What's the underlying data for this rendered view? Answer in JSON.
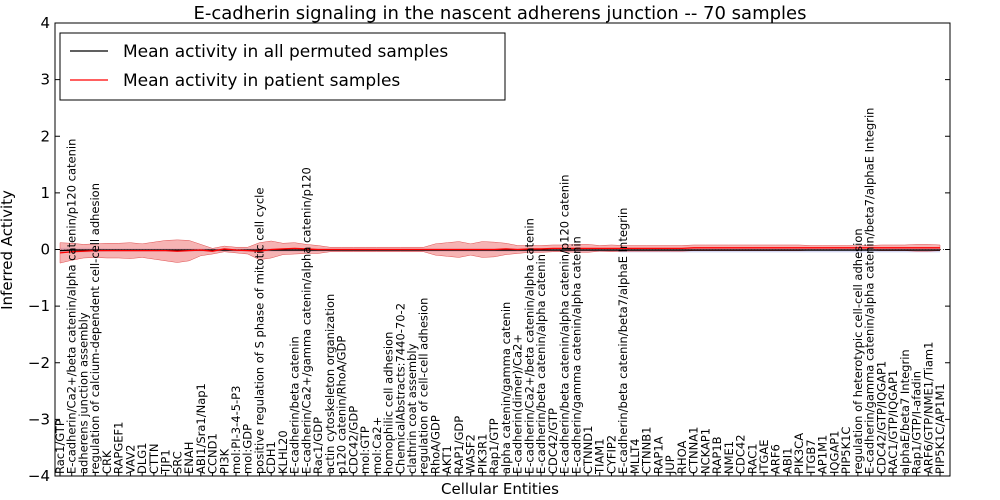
{
  "chart_data": {
    "type": "line",
    "title": "E-cadherin signaling in the nascent adherens junction -- 70 samples",
    "xlabel": "Cellular Entities",
    "ylabel": "Inferred Activity",
    "ylim": [
      -4,
      4
    ],
    "yticks": [
      -4,
      -3,
      -2,
      -1,
      0,
      1,
      2,
      3,
      4
    ],
    "legend_position": "top-left",
    "grid": false,
    "categories": [
      "Rac1/GTP",
      "E-cadherin/Ca2+/beta catenin/alpha catenin/p120 catenin",
      "adherens junction assembly",
      "regulation of calcium-dependent cell-cell adhesion",
      "CRK",
      "RAPGEF1",
      "VAV2",
      "DLG1",
      "CTTN",
      "TJP1",
      "SRC",
      "ENAH",
      "ABI1/Sra1/Nap1",
      "CCND1",
      "PI3K",
      "mol:PI-3-4-5-P3",
      "mol:GDP",
      "positive regulation of S phase of mitotic cell cycle",
      "CDH1",
      "KLHL20",
      "E-cadherin/beta catenin",
      "E-cadherin/Ca2+/gamma catenin/alpha catenin/p120",
      "Rac1/GDP",
      "actin cytoskeleton organization",
      "p120 catenin/RhoA/GDP",
      "CDC42/GDP",
      "mol:GTP",
      "mol:Ca2+",
      "homophilic cell adhesion",
      "ChemicalAbstracts:7440-70-2",
      "clathrin coat assembly",
      "regulation of cell-cell adhesion",
      "RhoA/GDP",
      "AKT1",
      "RAP1/GDP",
      "WASF2",
      "PIK3R1",
      "Rap1/GTP",
      "alpha catenin/gamma catenin",
      "E-cadherin(dimer)/Ca2+",
      "E-cadherin/Ca2+/beta catenin/alpha catenin",
      "E-cadherin/beta catenin/alpha catenin",
      "CDC42/GTP",
      "E-cadherin/beta catenin/alpha catenin/p120 catenin",
      "E-cadherin/gamma catenin/alpha catenin",
      "CTNND1",
      "TIAM1",
      "CYFIP2",
      "E-cadherin/beta catenin/beta7/alphaE Integrin",
      "MLLT4",
      "CTNNB1",
      "RAP1A",
      "JUP",
      "RHOA",
      "CTNNA1",
      "NCKAP1",
      "RAP1B",
      "NME1",
      "CDC42",
      "RAC1",
      "ITGAE",
      "ARF6",
      "ABI1",
      "PIK3CA",
      "ITGB7",
      "AP1M1",
      "IQGAP1",
      "PIP5K1C",
      "regulation of heterotypic cell-cell adhesion",
      "E-cadherin/gamma catenin/alpha catenin/beta7/alphaE Integrin",
      "CDC42/GTP/IQGAP1",
      "RAC1/GTP/IQGAP1",
      "alphaE/beta7 Integrin",
      "Rap1/GTP/I-afadin",
      "ARF6/GTP/NME1/Tiam1",
      "PIP5K1C/AP1M1"
    ],
    "series": [
      {
        "name": "Mean activity in all permuted samples",
        "color": "#000000",
        "values": [
          -0.02,
          -0.01,
          -0.01,
          -0.01,
          -0.01,
          -0.01,
          -0.01,
          -0.01,
          -0.01,
          -0.01,
          -0.01,
          -0.01,
          -0.01,
          -0.01,
          -0.01,
          -0.01,
          -0.01,
          -0.01,
          -0.01,
          -0.01,
          -0.01,
          -0.01,
          -0.01,
          -0.01,
          -0.01,
          -0.01,
          -0.01,
          -0.01,
          -0.01,
          -0.01,
          -0.01,
          -0.01,
          -0.01,
          -0.01,
          -0.01,
          -0.01,
          -0.01,
          -0.01,
          -0.01,
          -0.01,
          -0.01,
          -0.01,
          -0.01,
          -0.01,
          -0.01,
          -0.01,
          -0.01,
          -0.01,
          -0.01,
          -0.01,
          -0.01,
          -0.01,
          -0.01,
          -0.01,
          -0.01,
          -0.01,
          -0.01,
          -0.01,
          -0.01,
          -0.01,
          -0.01,
          -0.01,
          -0.01,
          -0.01,
          -0.01,
          -0.01,
          -0.01,
          -0.01,
          -0.01,
          -0.01,
          -0.01,
          -0.01,
          -0.01,
          -0.01,
          -0.01,
          -0.01
        ],
        "spread": [
          0.05,
          0.04,
          0.04,
          0.04,
          0.03,
          0.03,
          0.03,
          0.03,
          0.03,
          0.03,
          0.03,
          0.03,
          0.03,
          0.03,
          0.03,
          0.03,
          0.03,
          0.03,
          0.03,
          0.03,
          0.03,
          0.03,
          0.03,
          0.03,
          0.03,
          0.03,
          0.03,
          0.03,
          0.03,
          0.03,
          0.03,
          0.03,
          0.03,
          0.03,
          0.03,
          0.03,
          0.03,
          0.03,
          0.03,
          0.03,
          0.03,
          0.03,
          0.03,
          0.03,
          0.03,
          0.03,
          0.03,
          0.03,
          0.04,
          0.04,
          0.04,
          0.04,
          0.04,
          0.04,
          0.04,
          0.04,
          0.04,
          0.04,
          0.04,
          0.04,
          0.04,
          0.04,
          0.04,
          0.04,
          0.04,
          0.04,
          0.04,
          0.04,
          0.04,
          0.04,
          0.04,
          0.04,
          0.04,
          0.04,
          0.04,
          0.04
        ]
      },
      {
        "name": "Mean activity in patient samples",
        "color": "#ff0000",
        "fill": "#f08080",
        "values": [
          -0.06,
          -0.04,
          -0.03,
          -0.02,
          -0.02,
          -0.02,
          -0.02,
          -0.02,
          -0.02,
          -0.02,
          -0.03,
          -0.02,
          -0.01,
          -0.03,
          0.01,
          -0.01,
          -0.02,
          -0.03,
          0.0,
          0.01,
          0.02,
          0.01,
          0.0,
          0.0,
          0.0,
          0.0,
          0.0,
          0.0,
          0.0,
          0.0,
          0.0,
          0.0,
          0.0,
          0.0,
          0.0,
          0.0,
          0.0,
          0.0,
          0.01,
          0.0,
          0.01,
          0.01,
          0.02,
          0.02,
          0.02,
          0.02,
          0.02,
          0.02,
          0.02,
          0.02,
          0.02,
          0.02,
          0.02,
          0.02,
          0.03,
          0.03,
          0.03,
          0.03,
          0.03,
          0.03,
          0.03,
          0.03,
          0.03,
          0.03,
          0.03,
          0.03,
          0.03,
          0.03,
          0.03,
          0.03,
          0.03,
          0.03,
          0.03,
          0.03,
          0.03,
          0.03
        ],
        "spread": [
          0.18,
          0.15,
          0.12,
          0.12,
          0.13,
          0.13,
          0.14,
          0.12,
          0.15,
          0.18,
          0.2,
          0.18,
          0.1,
          0.05,
          0.05,
          0.05,
          0.06,
          0.15,
          0.15,
          0.1,
          0.1,
          0.08,
          0.07,
          0.04,
          0.04,
          0.04,
          0.04,
          0.04,
          0.04,
          0.04,
          0.04,
          0.04,
          0.1,
          0.12,
          0.14,
          0.1,
          0.14,
          0.13,
          0.1,
          0.07,
          0.06,
          0.06,
          0.06,
          0.06,
          0.07,
          0.07,
          0.05,
          0.06,
          0.05,
          0.05,
          0.05,
          0.05,
          0.05,
          0.05,
          0.05,
          0.05,
          0.05,
          0.05,
          0.05,
          0.05,
          0.05,
          0.05,
          0.05,
          0.05,
          0.04,
          0.04,
          0.04,
          0.04,
          0.04,
          0.04,
          0.05,
          0.05,
          0.05,
          0.06,
          0.06,
          0.05
        ]
      }
    ]
  }
}
